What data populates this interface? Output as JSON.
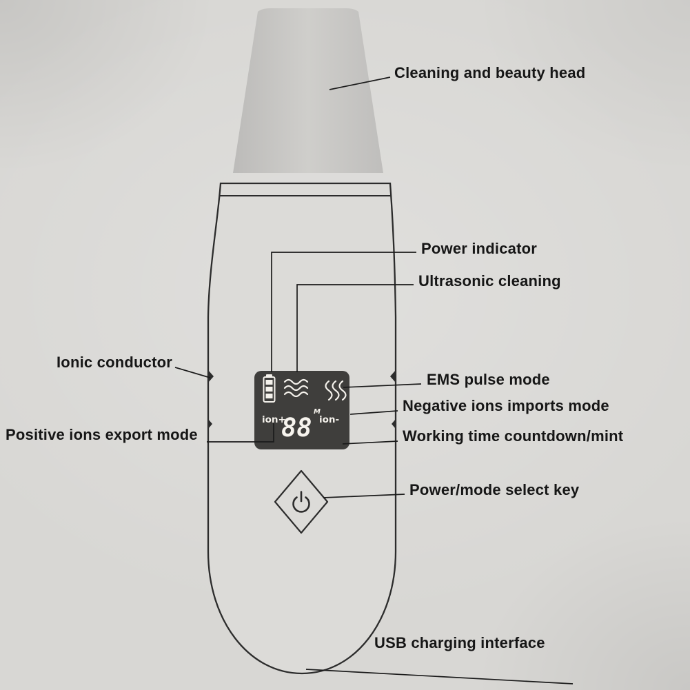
{
  "labels": {
    "cleaning_head": "Cleaning and beauty head",
    "power_indicator": "Power indicator",
    "ultrasonic_cleaning": "Ultrasonic cleaning",
    "ionic_conductor": "Ionic conductor",
    "ems_pulse_mode": "EMS pulse mode",
    "negative_ions_mode": "Negative ions imports mode",
    "positive_ions_mode": "Positive ions export mode",
    "working_time": "Working time countdown/mint",
    "power_mode_key": "Power/mode select key",
    "usb_interface": "USB charging interface"
  },
  "display": {
    "ion_plus": "ion+",
    "time_value": "88",
    "minute_mark": "M",
    "ion_minus": "ion-"
  },
  "colors": {
    "background": "#d8d7d4",
    "device_outline": "#2c2c2c",
    "head_fill": "#c6c5c3",
    "body_fill": "#dcdbd8",
    "display_bg": "#3f3e3c",
    "display_text": "#f5f2ec",
    "label_text": "#161616"
  }
}
